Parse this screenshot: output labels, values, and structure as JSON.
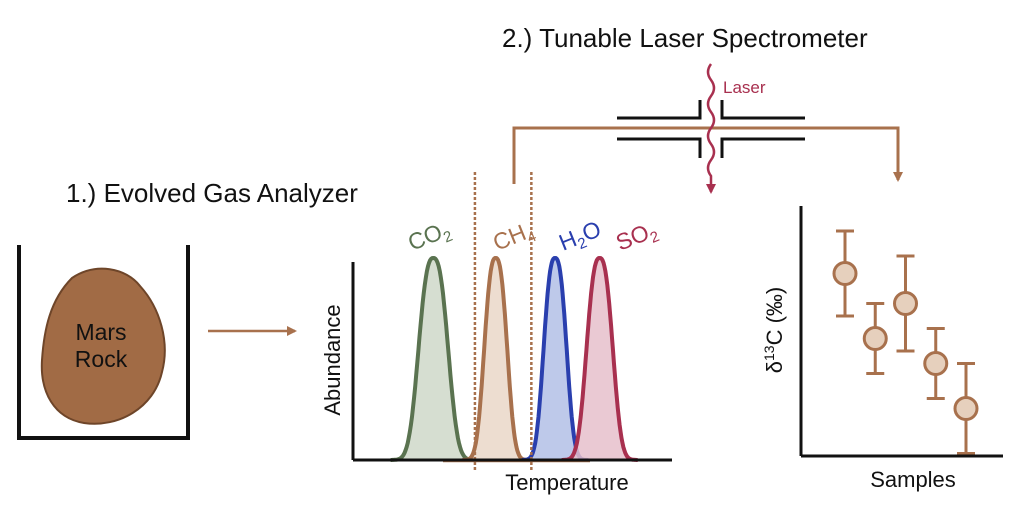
{
  "step1": {
    "label": "1.) Evolved Gas Analyzer"
  },
  "step2": {
    "label": "2.) Tunable Laser Spectrometer"
  },
  "beaker": {
    "sample_label_line1": "Mars",
    "sample_label_line2": "Rock"
  },
  "laser": {
    "label": "Laser"
  },
  "evolved_gas_plot": {
    "xlabel": "Temperature",
    "ylabel": "Abundance",
    "peaks": [
      {
        "name_main": "CO",
        "name_sub": "2",
        "color": "#5a7350",
        "fill": "#cfd8c9",
        "center": 0.22,
        "width": 0.045
      },
      {
        "name_main": "CH",
        "name_sub": "4",
        "color": "#a8714d",
        "fill": "#ead7c8",
        "center": 0.43,
        "width": 0.035
      },
      {
        "name_main": "H",
        "name_sub": "2",
        "name_tail": "O",
        "color": "#2a3fae",
        "fill": "#b3c0e6",
        "center": 0.63,
        "width": 0.035
      },
      {
        "name_main": "SO",
        "name_sub": "2",
        "color": "#a8304f",
        "fill": "#e6c0cb",
        "center": 0.78,
        "width": 0.04
      }
    ],
    "cut_positions": [
      0.36,
      0.55
    ]
  },
  "isotope_plot": {
    "xlabel": "Samples",
    "ylabel": "δ13C (‰)",
    "ylabel_prefix": "δ",
    "ylabel_sup": "13",
    "ylabel_suffix": "C (‰)",
    "color": "#a8714d",
    "marker_fill": "#e6d0bd",
    "points": [
      {
        "x": 1,
        "y": 0.73,
        "err": 0.17
      },
      {
        "x": 2,
        "y": 0.47,
        "err": 0.14
      },
      {
        "x": 3,
        "y": 0.61,
        "err": 0.19
      },
      {
        "x": 4,
        "y": 0.37,
        "err": 0.14
      },
      {
        "x": 5,
        "y": 0.19,
        "err": 0.18
      }
    ]
  },
  "colors": {
    "accent": "#a8714d",
    "laser": "#a8304f",
    "ink": "#111111",
    "rock": "#a16b45"
  }
}
